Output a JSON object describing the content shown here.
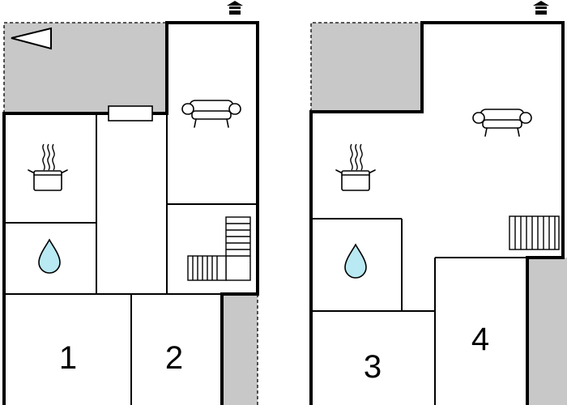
{
  "rooms": {
    "room_1": "1",
    "room_2": "2",
    "room_3": "3",
    "room_4": "4"
  },
  "colors": {
    "wall": "#000000",
    "terrace": "#c8c8c8",
    "water_drop": "#b9e9f2",
    "background": "#ffffff"
  },
  "icons": [
    "north-arrow-icon",
    "entrance-door-icon",
    "sofa-icon",
    "cooking-pot-icon",
    "water-drop-icon",
    "staircase-icon"
  ]
}
